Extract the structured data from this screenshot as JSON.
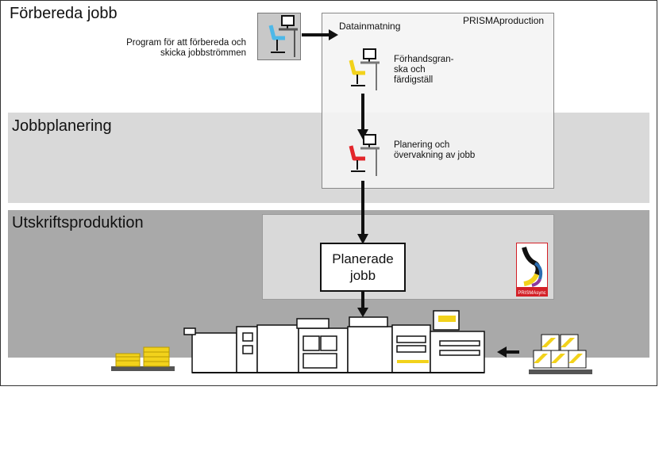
{
  "sections": {
    "prepare": "Förbereda jobb",
    "planning": "Jobbplanering",
    "production": "Utskriftsproduktion"
  },
  "labels": {
    "program": "Program för att förbereda och skicka jobbströmmen",
    "data_input": "Datainmatning",
    "prisma_production": "PRISMAproduction",
    "preview": "Förhandsgran-\nska och\nfärdigställ",
    "planning": "Planering och\növervakning av jobb",
    "scheduled_jobs": "Planerade jobb",
    "prisma_sync": "PRISMAsync"
  },
  "icons": {
    "workstation_client": "workstation-icon",
    "workstation_preview": "workstation-icon",
    "workstation_planning": "workstation-icon",
    "printer": "production-printer-icon",
    "output_paper": "paper-stack-icon",
    "input_paper": "paper-boxes-icon",
    "logo": "prismasync-logo-icon"
  },
  "colors": {
    "chair_client": "#4db8e8",
    "chair_preview": "#f2d21b",
    "chair_planning": "#e3262b",
    "paper_yellow": "#f2d21b",
    "band_planning": "#d9d9d9",
    "band_production": "#a9a9a9"
  }
}
